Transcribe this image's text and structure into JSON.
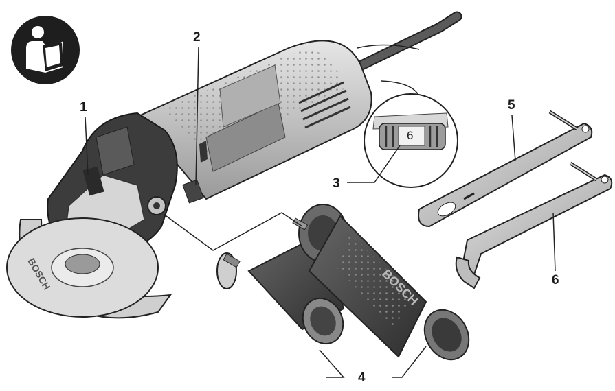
{
  "callouts": {
    "c1": "1",
    "c2": "2",
    "c3": "3",
    "c4": "4",
    "c5": "5",
    "c6": "6"
  },
  "dial_value": "6",
  "brand_text": "BOSCH",
  "icons": [
    "read-manual-icon"
  ],
  "colors": {
    "body": "#d4d4d4",
    "body_dark": "#3a3a3a",
    "grip": "#4a4a4a",
    "outline": "#222222",
    "metal": "#c8c8c8"
  }
}
